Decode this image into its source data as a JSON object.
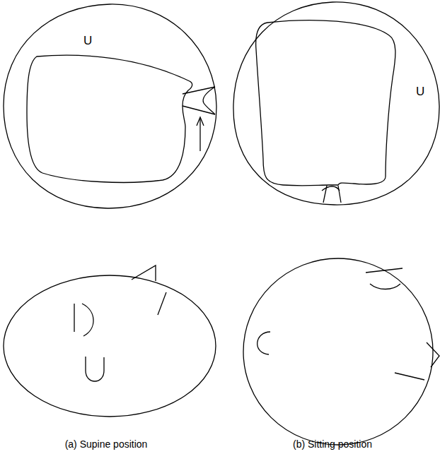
{
  "diagram": {
    "labels": [
      "U",
      "U",
      "(a) Supine position",
      "(b) Sitting position"
    ]
  }
}
